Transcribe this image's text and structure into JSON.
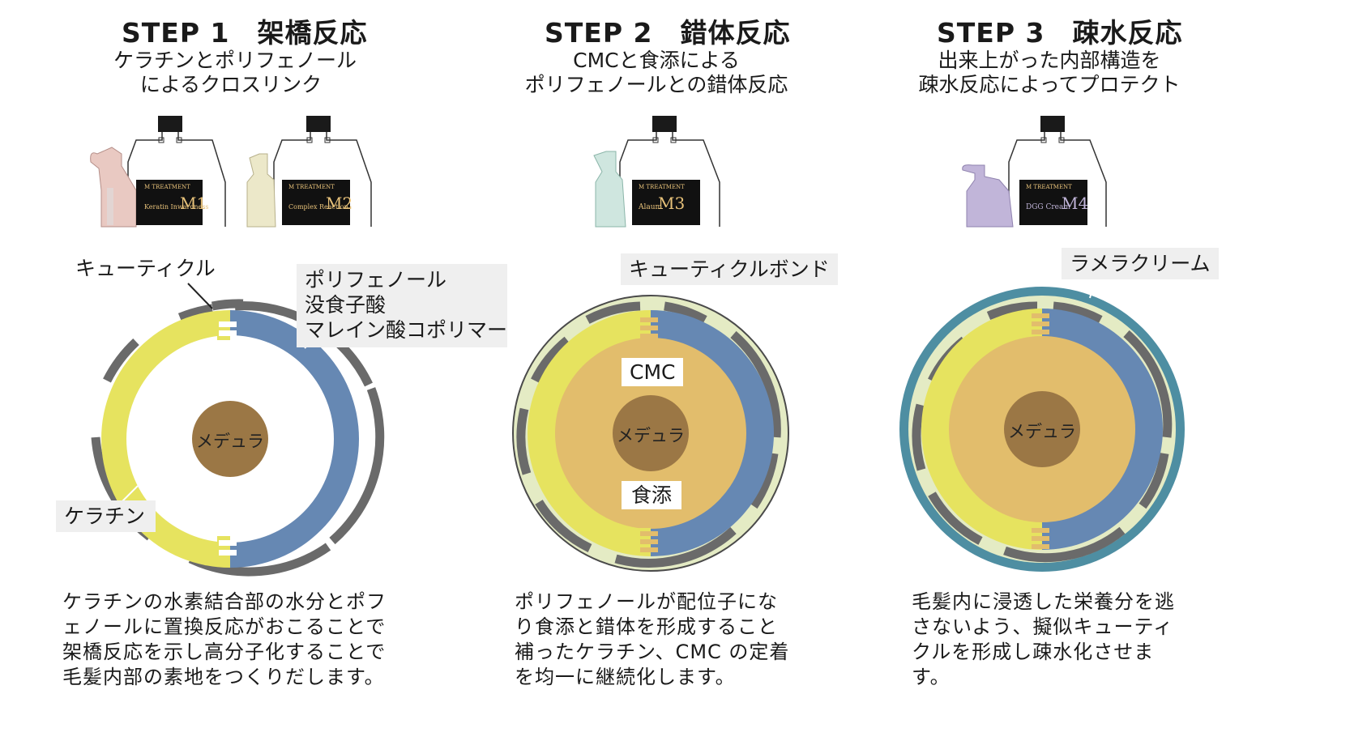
{
  "steps": [
    {
      "title": "STEP 1　架橋反応",
      "subtitle_line1": "ケラチンとポリフェノール",
      "subtitle_line2": "によるクロスリンク",
      "products": [
        "M1",
        "M2"
      ],
      "labels": {
        "cuticle": "キューティクル",
        "polyphenol_1": "ポリフェノール",
        "polyphenol_2": "没食子酸",
        "polyphenol_3": "マレイン酸コポリマー",
        "keratin": "ケラチン",
        "medulla": "メデュラ"
      },
      "description": "ケラチンの水素結合部の水分とポフェノールに置換反応がおこることで架橋反応を示し高分子化することで毛髪内部の素地をつくりだします。"
    },
    {
      "title": "STEP 2　錯体反応",
      "subtitle_line1": "CMCと食添による",
      "subtitle_line2": "ポリフェノールとの錯体反応",
      "products": [
        "M3"
      ],
      "labels": {
        "cuticle_bond": "キューティクルボンド",
        "cmc": "CMC",
        "food_additive": "食添",
        "medulla": "メデュラ"
      },
      "description": "ポリフェノールが配位子になり食添と錯体を形成すること補ったケラチン、CMC の定着を均一に継続化します。"
    },
    {
      "title": "STEP 3　疎水反応",
      "subtitle_line1": "出来上がった内部構造を",
      "subtitle_line2": "疎水反応によってプロテクト",
      "products": [
        "M4"
      ],
      "labels": {
        "lamella": "ラメラクリーム",
        "medulla": "メデュラ"
      },
      "description": "毛髪内に浸透した栄養分を逃さないよう、擬似キューティクルを形成し疎水化させます。"
    }
  ],
  "colors": {
    "keratin_yellow": "#e6e35f",
    "polyphenol_blue": "#6688b3",
    "medulla_brown": "#9b7745",
    "fill_orange": "#e2bd6c",
    "cuticle_gray": "#6a6a6a",
    "bond_pale": "#e4ebc4",
    "lamella_teal": "#4e8ea2",
    "label_bg": "#efefef"
  }
}
